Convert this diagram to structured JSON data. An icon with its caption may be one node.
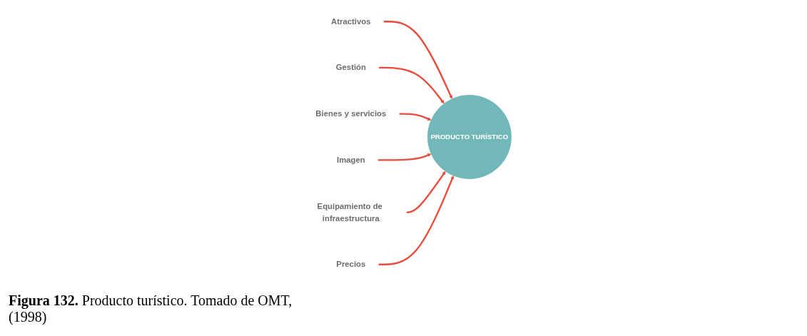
{
  "diagram": {
    "caption": "**Figura 132.** Producto turístico. Tomado de OMT, (1998)",
    "nodes": [
      {
        "text": [
          "Atractivos"
        ]
      },
      {
        "text": [
          "Gestión"
        ]
      },
      {
        "text": [
          "Bienes y servicios"
        ]
      },
      {
        "text": [
          "PRODUCTO TURÍSTICO"
        ]
      },
      {
        "text": [
          "Imagen"
        ]
      },
      {
        "text": [
          "Equipamiento de infraestructura"
        ]
      },
      {
        "text": [
          "Precios"
        ]
      }
    ],
    "edges": [
      {
        "from": 0,
        "to": 3,
        "arrow": "to"
      },
      {
        "from": 1,
        "to": 3,
        "arrow": "to"
      },
      {
        "from": 2,
        "to": 3,
        "arrow": "to"
      },
      {
        "from": 4,
        "to": 3,
        "arrow": "to"
      },
      {
        "from": 5,
        "to": 3,
        "arrow": "to"
      },
      {
        "from": 6,
        "to": 3,
        "arrow": "to"
      }
    ]
  }
}
